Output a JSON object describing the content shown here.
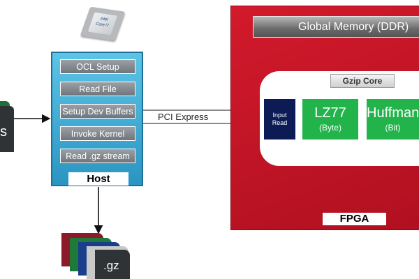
{
  "input_files": {
    "label": "s"
  },
  "cpu_chip": {
    "brand": "intel",
    "model": "Core i7"
  },
  "host": {
    "label": "Host",
    "steps": [
      "OCL Setup",
      "Read File",
      "Setup Dev Buffers",
      "Invoke Kernel",
      "Read .gz stream"
    ]
  },
  "link": {
    "label": "PCI Express"
  },
  "fpga": {
    "label": "FPGA",
    "global_memory": "Global Memory (DDR)",
    "gzip_core": {
      "label": "Gzip Core",
      "input_read": {
        "line1": "Input",
        "line2": "Read"
      },
      "lz77": {
        "title": "LZ77",
        "sub": "(Byte)"
      },
      "huffman": {
        "title": "Huffman",
        "sub": "(Bit)"
      }
    }
  },
  "output_files": {
    "label": ".gz"
  },
  "colors": {
    "host_fill": "#3aa7d4",
    "fpga_fill": "#c8182a",
    "block_green": "#22b34a",
    "input_read_fill": "#0c1b55",
    "file_dark": "#2f3336"
  }
}
